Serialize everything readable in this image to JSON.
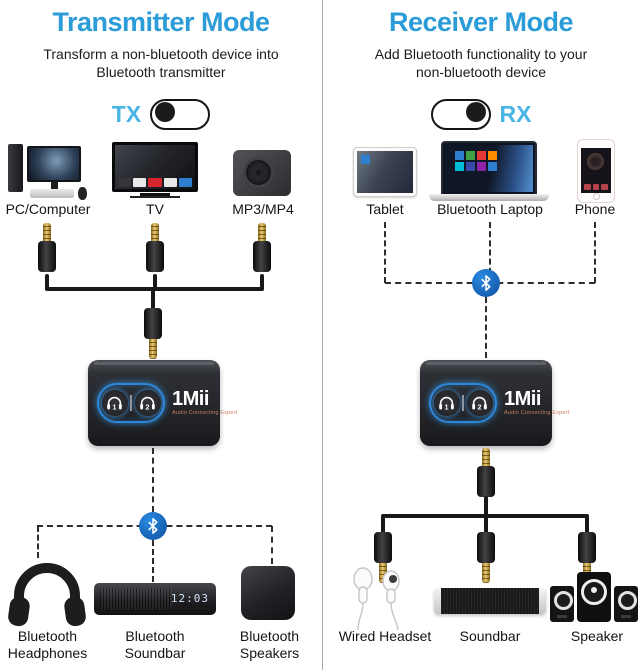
{
  "accent_color": "#2b9cd8",
  "bluetooth_color": "#0d4fa0",
  "left": {
    "title": "Transmitter Mode",
    "subtitle": [
      "Transform a non-bluetooth device into",
      "Bluetooth transmitter"
    ],
    "toggle": {
      "label": "TX",
      "state": "on-left"
    },
    "sources": [
      {
        "label": "PC/Computer",
        "icon": "desktop-computer-icon"
      },
      {
        "label": "TV",
        "icon": "tv-icon"
      },
      {
        "label": "MP3/MP4",
        "icon": "mp3-player-icon"
      }
    ],
    "input_connection": "wired-aux-cables",
    "output_connection": "bluetooth",
    "outputs": [
      {
        "label": "Bluetooth Headphones",
        "icon": "headphones-icon"
      },
      {
        "label": "Bluetooth Soundbar",
        "icon": "soundbar-icon",
        "clock": "12:03"
      },
      {
        "label": "Bluetooth Speakers",
        "icon": "cube-speaker-icon"
      }
    ]
  },
  "right": {
    "title": "Receiver Mode",
    "subtitle": [
      "Add Bluetooth functionality to your",
      "non-bluetooth device"
    ],
    "toggle": {
      "label": "RX",
      "state": "on-right"
    },
    "sources": [
      {
        "label": "Tablet",
        "icon": "tablet-icon"
      },
      {
        "label": "Bluetooth Laptop",
        "icon": "laptop-icon"
      },
      {
        "label": "Phone",
        "icon": "phone-icon"
      }
    ],
    "input_connection": "bluetooth",
    "output_connection": "wired-aux-cables",
    "outputs": [
      {
        "label": "Wired Headset",
        "icon": "earbuds-icon"
      },
      {
        "label": "Soundbar",
        "icon": "soundbar-icon"
      },
      {
        "label": "Speaker",
        "icon": "speaker-system-icon"
      }
    ]
  },
  "adapter": {
    "brand": "1Mii",
    "tagline": "Audio Connecting Expert",
    "buttons": [
      "1",
      "2"
    ]
  }
}
